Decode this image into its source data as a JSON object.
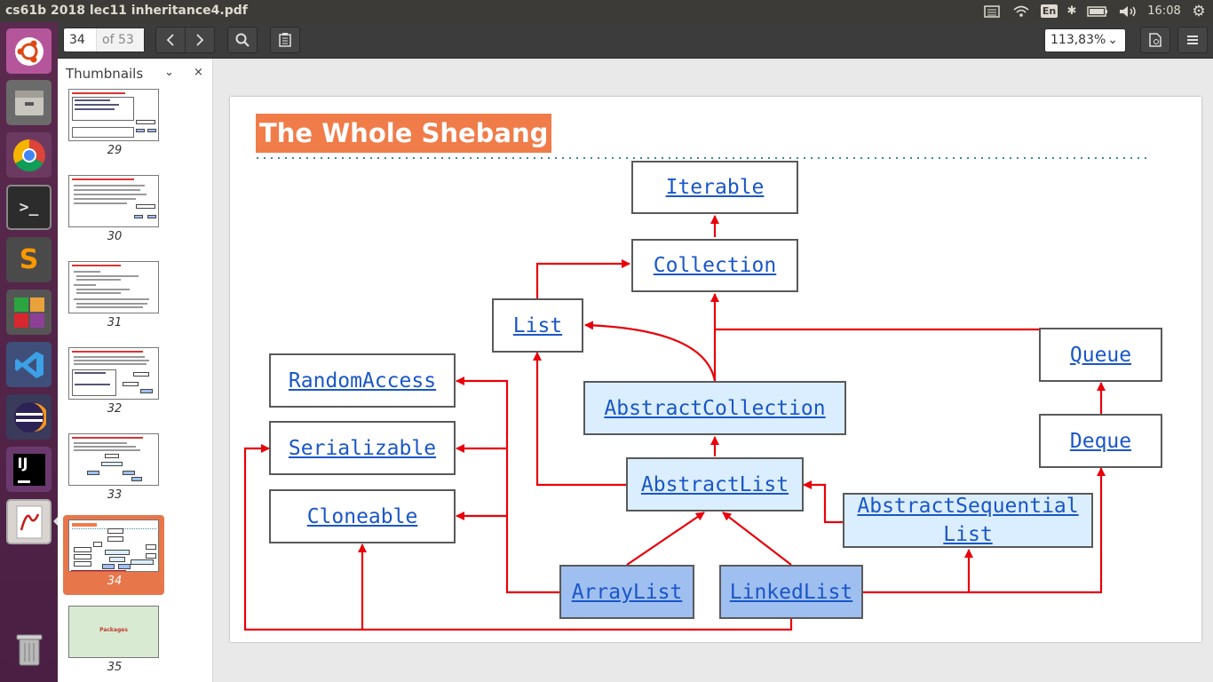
{
  "window": {
    "title": "cs61b 2018 lec11 inheritance4.pdf"
  },
  "tray": {
    "keyboard": "En",
    "time": "16:08"
  },
  "launcher": {
    "items": [
      {
        "name": "ubuntu-dash-icon"
      },
      {
        "name": "files-icon"
      },
      {
        "name": "chrome-icon"
      },
      {
        "name": "terminal-icon"
      },
      {
        "name": "sublime-text-icon"
      },
      {
        "name": "libreoffice-icon"
      },
      {
        "name": "vscode-icon"
      },
      {
        "name": "eclipse-icon"
      },
      {
        "name": "intellij-icon"
      },
      {
        "name": "document-viewer-icon"
      },
      {
        "name": "trash-icon"
      }
    ]
  },
  "toolbar": {
    "page_current": "34",
    "page_total": "of 53",
    "zoom": "113,83%"
  },
  "sidebar": {
    "label": "Thumbnails",
    "thumbnails": [
      {
        "number": "29"
      },
      {
        "number": "30"
      },
      {
        "number": "31"
      },
      {
        "number": "32"
      },
      {
        "number": "33"
      },
      {
        "number": "34"
      },
      {
        "number": "35",
        "caption": "Packages"
      }
    ]
  },
  "slide": {
    "title": "The Whole Shebang",
    "nodes": {
      "iterable": "Iterable",
      "collection": "Collection",
      "list": "List",
      "queue": "Queue",
      "random_access": "RandomAccess",
      "abstract_collection": "AbstractCollection",
      "serializable": "Serializable",
      "deque": "Deque",
      "abstract_list": "AbstractList",
      "abstract_sequential_list_1": "AbstractSequential",
      "abstract_sequential_list_2": "List",
      "cloneable": "Cloneable",
      "array_list": "ArrayList",
      "linked_list": "LinkedList"
    },
    "colors": {
      "title_bg": "#f07c4a",
      "arrow": "#e8000a",
      "link": "#1a56c8",
      "interface_bg": "#ffffff",
      "abstract_bg": "#dbeeff",
      "concrete_bg": "#9fbff0"
    }
  }
}
